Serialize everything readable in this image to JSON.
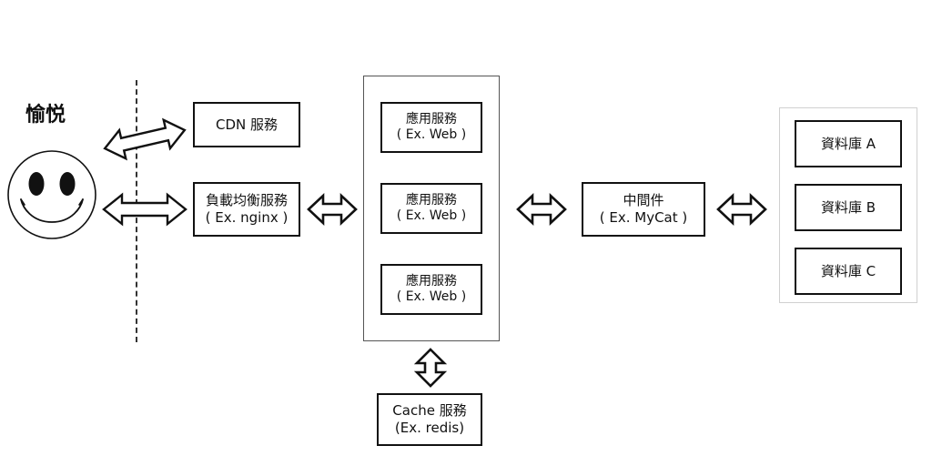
{
  "diagram": {
    "title_label": "愉悦",
    "client": {
      "icon": "smiley-face-icon",
      "label": "愉悦"
    },
    "boundary": {
      "name": "client-server-boundary",
      "style": "dashed"
    },
    "nodes": {
      "cdn": {
        "line1": "CDN 服務",
        "line2": ""
      },
      "load_balancer": {
        "line1": "負載均衡服務",
        "line2": "( Ex. nginx )"
      },
      "app1": {
        "line1": "應用服務",
        "line2": "( Ex. Web )"
      },
      "app2": {
        "line1": "應用服務",
        "line2": "( Ex. Web )"
      },
      "app3": {
        "line1": "應用服務",
        "line2": "( Ex. Web )"
      },
      "middleware": {
        "line1": "中間件",
        "line2": "( Ex. MyCat )"
      },
      "cache": {
        "line1": "Cache 服務",
        "line2": "(Ex. redis)"
      },
      "db_a": {
        "line1": "資料庫 A",
        "line2": ""
      },
      "db_b": {
        "line1": "資料庫 B",
        "line2": ""
      },
      "db_c": {
        "line1": "資料庫 C",
        "line2": ""
      }
    },
    "arrows": [
      {
        "name": "arrow-client-cdn",
        "direction": "bidirectional",
        "orientation": "horizontal-tilted"
      },
      {
        "name": "arrow-client-loadbalancer",
        "direction": "bidirectional",
        "orientation": "horizontal"
      },
      {
        "name": "arrow-loadbalancer-app",
        "direction": "bidirectional",
        "orientation": "horizontal"
      },
      {
        "name": "arrow-app-middleware",
        "direction": "bidirectional",
        "orientation": "horizontal"
      },
      {
        "name": "arrow-middleware-database",
        "direction": "bidirectional",
        "orientation": "horizontal"
      },
      {
        "name": "arrow-app-cache",
        "direction": "bidirectional",
        "orientation": "vertical"
      }
    ],
    "colors": {
      "stroke": "#111111",
      "background": "#ffffff",
      "group_app_border": "#555555",
      "group_db_border": "#d0d0d0",
      "divider": "#333333"
    }
  }
}
